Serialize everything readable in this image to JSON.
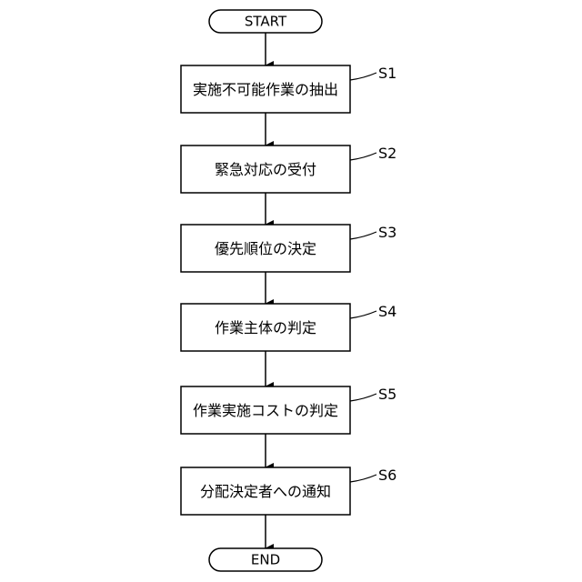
{
  "flowchart": {
    "start_label": "START",
    "end_label": "END",
    "steps": [
      {
        "id": "S1",
        "label": "実施不可能作業の抽出"
      },
      {
        "id": "S2",
        "label": "緊急対応の受付"
      },
      {
        "id": "S3",
        "label": "優先順位の決定"
      },
      {
        "id": "S4",
        "label": "作業主体の判定"
      },
      {
        "id": "S5",
        "label": "作業実施コストの判定"
      },
      {
        "id": "S6",
        "label": "分配決定者への通知"
      }
    ]
  }
}
